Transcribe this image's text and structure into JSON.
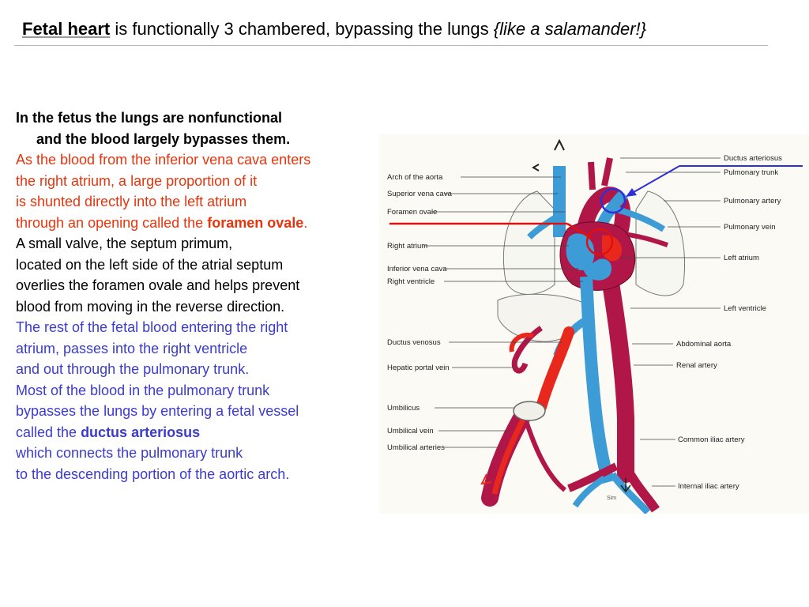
{
  "title": {
    "bold": "Fetal heart",
    "normal": " is functionally 3 chambered, bypassing the lungs ",
    "italic": "{like a salamander!}"
  },
  "text": {
    "l1": "In the fetus the lungs are nonfunctional",
    "l2": "and the blood largely bypasses them.",
    "l3": "As the blood from the inferior vena cava enters",
    "l4": "the right atrium, a large proportion of it",
    "l5": "is shunted directly into the left atrium",
    "l6a": "through an opening called the ",
    "l6b": "foramen ovale",
    "l6c": ".",
    "l7": "A small valve, the septum primum,",
    "l8": "located on the left side of the atrial septum",
    "l9": "overlies the foramen ovale and helps prevent",
    "l10": "blood from moving in the reverse direction.",
    "l11": "The rest of the fetal blood entering the right",
    "l12": "atrium, passes into the right ventricle",
    "l13": "and out through the pulmonary trunk.",
    "l14": "Most of the blood in the pulmonary trunk",
    "l15": "bypasses the lungs by entering a fetal vessel",
    "l16a": "called the ",
    "l16b": "ductus arteriosus",
    "l17": "which connects the pulmonary trunk",
    "l18": "to the descending portion of the aortic arch."
  },
  "diagram": {
    "left_labels": {
      "arch": "Arch of the aorta",
      "svc": "Superior vena cava",
      "fo": "Foramen ovale",
      "ra": "Right atrium",
      "ivc": "Inferior vena cava",
      "rv": "Right ventricle",
      "dv": "Ductus venosus",
      "hpv": "Hepatic portal vein",
      "umb": "Umbilicus",
      "uv": "Umbilical vein",
      "ua": "Umbilical arteries"
    },
    "right_labels": {
      "da": "Ductus arteriosus",
      "pt": "Pulmonary trunk",
      "pa": "Pulmonary artery",
      "pv": "Pulmonary vein",
      "la": "Left atrium",
      "lv": "Left ventricle",
      "aa": "Abdominal aorta",
      "renal": "Renal artery",
      "cia": "Common iliac artery",
      "iia": "Internal iliac artery"
    },
    "signature": "Sim"
  },
  "colors": {
    "artery": "#b01648",
    "vein": "#3d9cd6",
    "oxygenated": "#e8281c",
    "highlight_red": "#e01010",
    "highlight_blue": "#2f2fd8"
  }
}
